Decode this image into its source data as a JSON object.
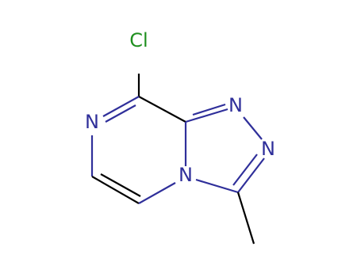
{
  "molecule": {
    "atoms": {
      "cl": "Cl",
      "n_pyrazine": "N",
      "n_triazole_top": "N",
      "n_triazole_right": "N",
      "n_bridge": "N"
    },
    "colors": {
      "bond": "#000000",
      "nitrogen": "#2f2f9a",
      "chlorine": "#1f8f1f",
      "background": "#ffffff"
    }
  }
}
